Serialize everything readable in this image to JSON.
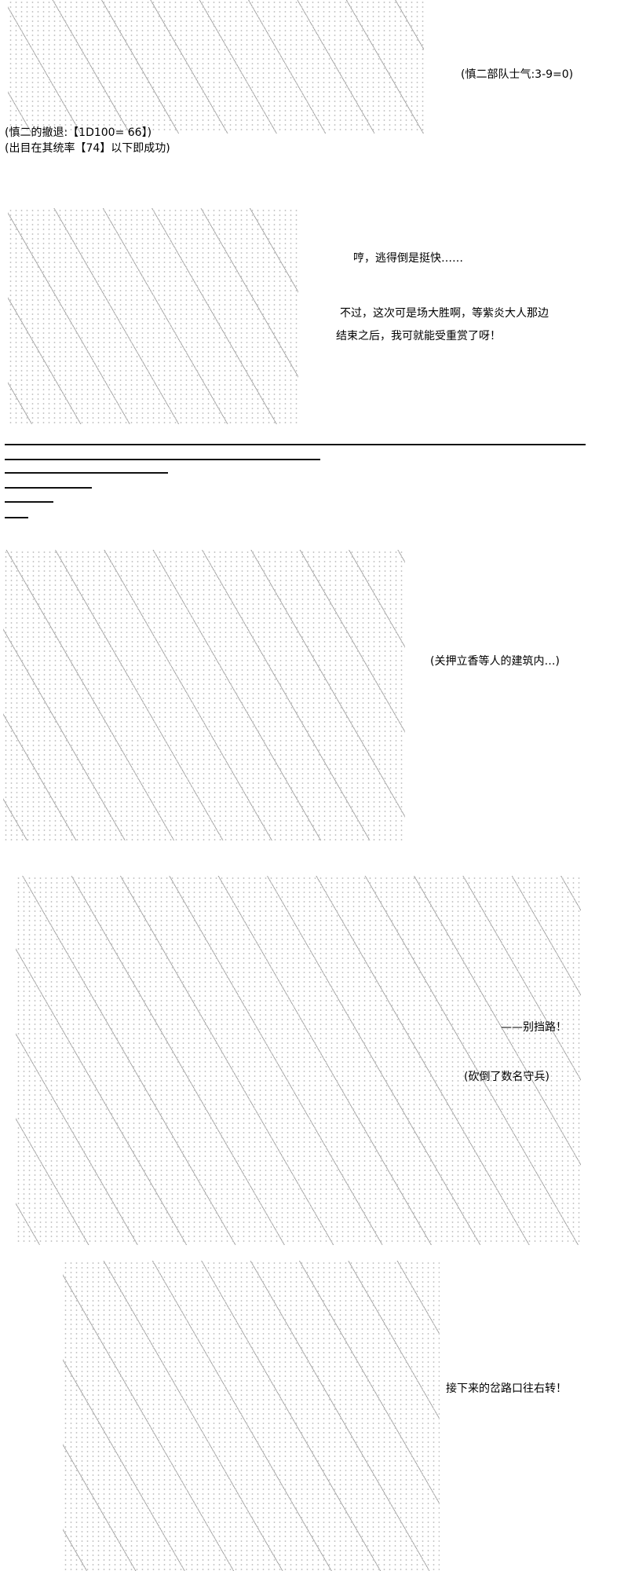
{
  "panels": [
    {
      "captions": [
        "(慎二部队士气:3-9=0)",
        "(慎二的撤退:【1D100= 66】)",
        "(出目在其统率【74】以下即成功)"
      ]
    },
    {
      "dialogue": [
        "哼，逃得倒是挺快……",
        "不过，这次可是场大胜啊，等紫炎大人那边",
        "结束之后，我可就能受重赏了呀！"
      ]
    },
    {
      "captions": [
        "(关押立香等人的建筑内…)"
      ]
    },
    {
      "dialogue": [
        "——别挡路！"
      ],
      "captions": [
        "(砍倒了数名守兵)"
      ]
    },
    {
      "dialogue": [
        "接下来的岔路口往右转！"
      ]
    }
  ]
}
